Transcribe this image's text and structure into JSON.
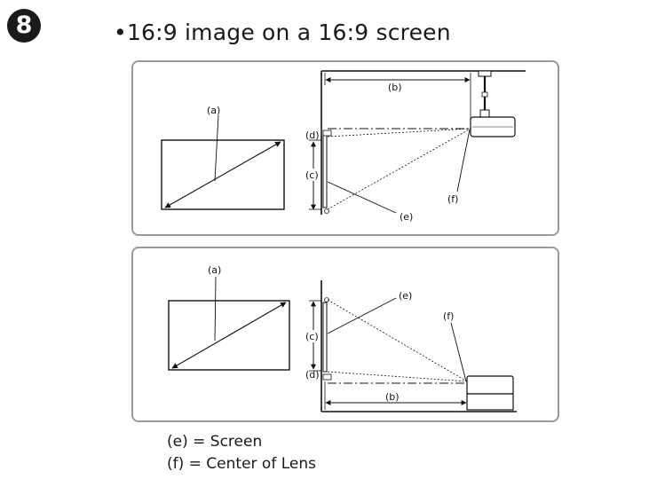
{
  "header": {
    "step_number": "8",
    "title": "•16:9 image on a 16:9 screen"
  },
  "diagram_labels": {
    "a": "(a)",
    "b": "(b)",
    "c": "(c)",
    "d": "(d)",
    "e": "(e)",
    "f": "(f)"
  },
  "legend": {
    "screen": "(e) = Screen",
    "lens_center": "(f) = Center of Lens"
  },
  "colors": {
    "line": "#111111",
    "panel_border": "#9a9a9a",
    "badge": "#1a1a1a"
  }
}
